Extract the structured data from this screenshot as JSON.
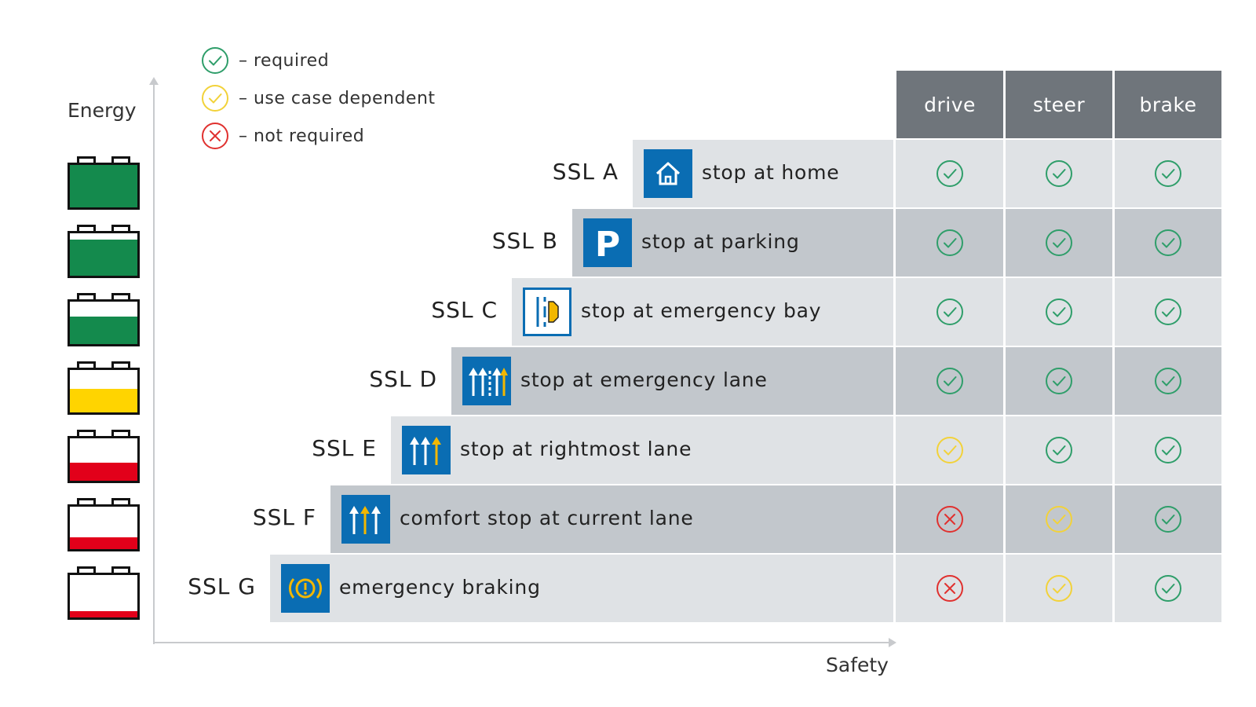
{
  "axes": {
    "y_label": "Energy",
    "x_label": "Safety"
  },
  "legend": [
    {
      "status": "required",
      "text": "– required"
    },
    {
      "status": "dependent",
      "text": "– use case dependent"
    },
    {
      "status": "not",
      "text": "– not required"
    }
  ],
  "columns": [
    "drive",
    "steer",
    "brake"
  ],
  "status_colors": {
    "required": "#2f9e6a",
    "dependent": "#f2d23a",
    "not": "#e0312f"
  },
  "battery_colors": {
    "green": "#148a4d",
    "yellow": "#ffd400",
    "red": "#e2001a"
  },
  "batteries": [
    {
      "color": "green",
      "level": 1.0
    },
    {
      "color": "green",
      "level": 0.85
    },
    {
      "color": "green",
      "level": 0.65
    },
    {
      "color": "yellow",
      "level": 0.55
    },
    {
      "color": "red",
      "level": 0.42
    },
    {
      "color": "red",
      "level": 0.28
    },
    {
      "color": "red",
      "level": 0.15
    }
  ],
  "rows": [
    {
      "level": "SSL A",
      "icon": "home-icon",
      "text": "stop at home",
      "status": [
        "required",
        "required",
        "required"
      ]
    },
    {
      "level": "SSL B",
      "icon": "parking-icon",
      "text": "stop at parking",
      "status": [
        "required",
        "required",
        "required"
      ]
    },
    {
      "level": "SSL C",
      "icon": "emergency-bay-icon",
      "text": "stop at emergency bay",
      "status": [
        "required",
        "required",
        "required"
      ]
    },
    {
      "level": "SSL D",
      "icon": "emergency-lane-icon",
      "text": "stop at emergency lane",
      "status": [
        "required",
        "required",
        "required"
      ]
    },
    {
      "level": "SSL E",
      "icon": "rightmost-lane-icon",
      "text": "stop at rightmost lane",
      "status": [
        "dependent",
        "required",
        "required"
      ]
    },
    {
      "level": "SSL F",
      "icon": "current-lane-icon",
      "text": "comfort stop at current lane",
      "status": [
        "not",
        "dependent",
        "required"
      ]
    },
    {
      "level": "SSL G",
      "icon": "brake-warning-icon",
      "text": "emergency braking",
      "status": [
        "not",
        "dependent",
        "required"
      ]
    }
  ]
}
